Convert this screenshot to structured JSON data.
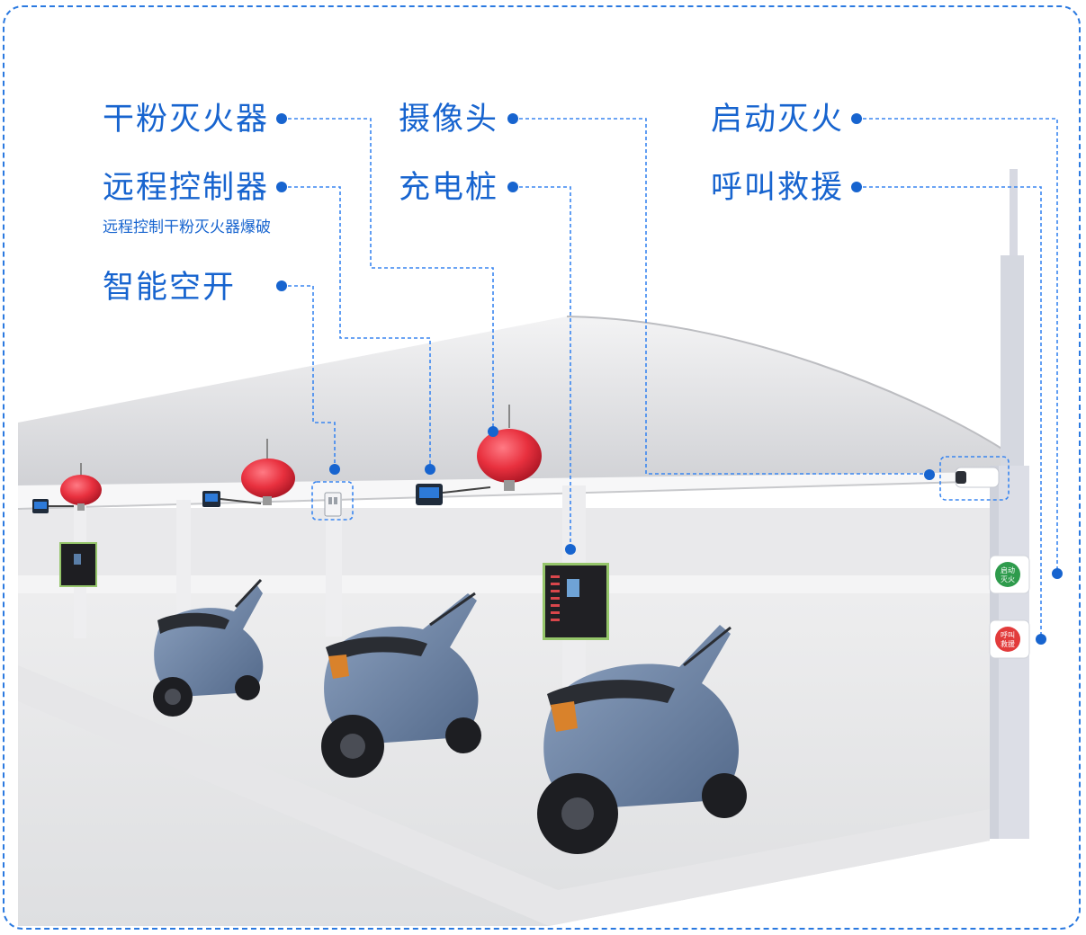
{
  "labels": {
    "dry_powder_extinguisher": "干粉灭火器",
    "remote_controller": "远程控制器",
    "remote_controller_desc": "远程控制干粉灭火器爆破",
    "smart_breaker": "智能空开",
    "camera": "摄像头",
    "charging_pile": "充电桩",
    "start_extinguish": "启动灭火",
    "call_rescue": "呼叫救援"
  },
  "pillar_buttons": {
    "green": {
      "line1": "启动",
      "line2": "灭火"
    },
    "red": {
      "line1": "呼叫",
      "line2": "救援"
    }
  },
  "colors": {
    "accent": "#1764cf",
    "dashed_line": "#3a86f0",
    "extinguisher_red": "#e8303e",
    "scooter_blue": "#6f87a8",
    "button_green": "#2e9b4c",
    "button_red": "#e23b3b"
  }
}
